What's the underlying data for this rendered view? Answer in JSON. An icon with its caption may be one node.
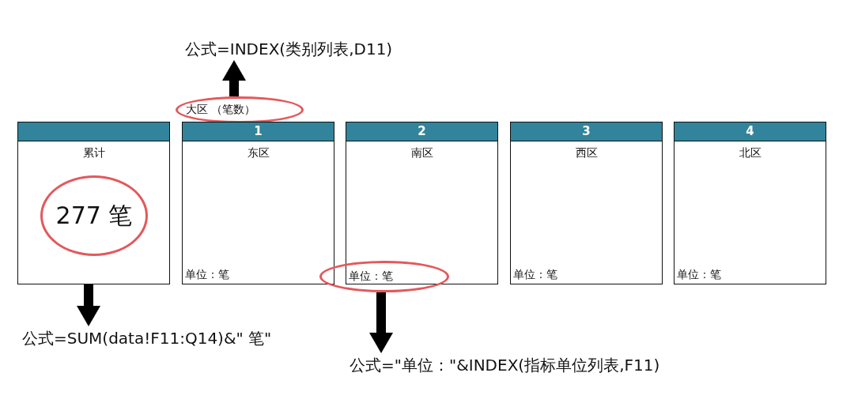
{
  "diagram": {
    "nodes": [
      {
        "text": [
          "大区 （笔数）"
        ]
      },
      {
        "text": [
          "公式=INDEX(类别列表,D11)"
        ]
      },
      {
        "text": [
          "累计"
        ]
      },
      {
        "text": [
          "277 笔"
        ],
        "in": 2
      },
      {
        "text": [
          "公式=SUM(data!F11:Q14)&\" 笔\""
        ]
      },
      {
        "text": [
          "1",
          "东区",
          "单位：笔"
        ]
      },
      {
        "text": [
          "2",
          "南区"
        ]
      },
      {
        "text": [
          "单位：笔"
        ]
      },
      {
        "text": [
          "公式=\"单位：\"&INDEX(指标单位列表,F11)"
        ]
      },
      {
        "text": [
          "3",
          "西区",
          "单位：笔"
        ]
      },
      {
        "text": [
          "4",
          "北区",
          "单位：笔"
        ]
      }
    ],
    "edges": [
      {
        "from": 0,
        "to": 1,
        "arrow": "to"
      },
      {
        "from": 3,
        "to": 4,
        "arrow": "to"
      },
      {
        "from": 7,
        "to": 8,
        "arrow": "to"
      }
    ]
  }
}
